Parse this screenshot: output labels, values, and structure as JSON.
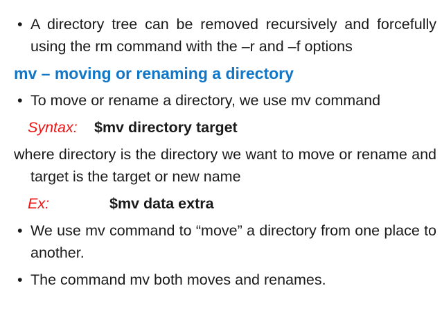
{
  "colors": {
    "background": "#ffffff",
    "text": "#1a1a1a",
    "heading": "#1076c5",
    "label": "#ee1315"
  },
  "bullet_char": "•",
  "content": {
    "bullet1": "A directory tree can be removed recursively and forcefully using the rm command with the –r and –f options",
    "heading": "mv – moving or renaming a directory",
    "bullet2": "To move or rename a directory, we use mv command",
    "syntax_label": "Syntax:",
    "syntax_code": "$mv directory target",
    "where_para": "where directory is the directory we want to move or rename and target is the target or new name",
    "example_label": "Ex:",
    "example_code": "$mv data extra",
    "bullet3": "We use mv command to “move” a directory from one place to another.",
    "bullet4": "The command mv both moves and renames."
  }
}
